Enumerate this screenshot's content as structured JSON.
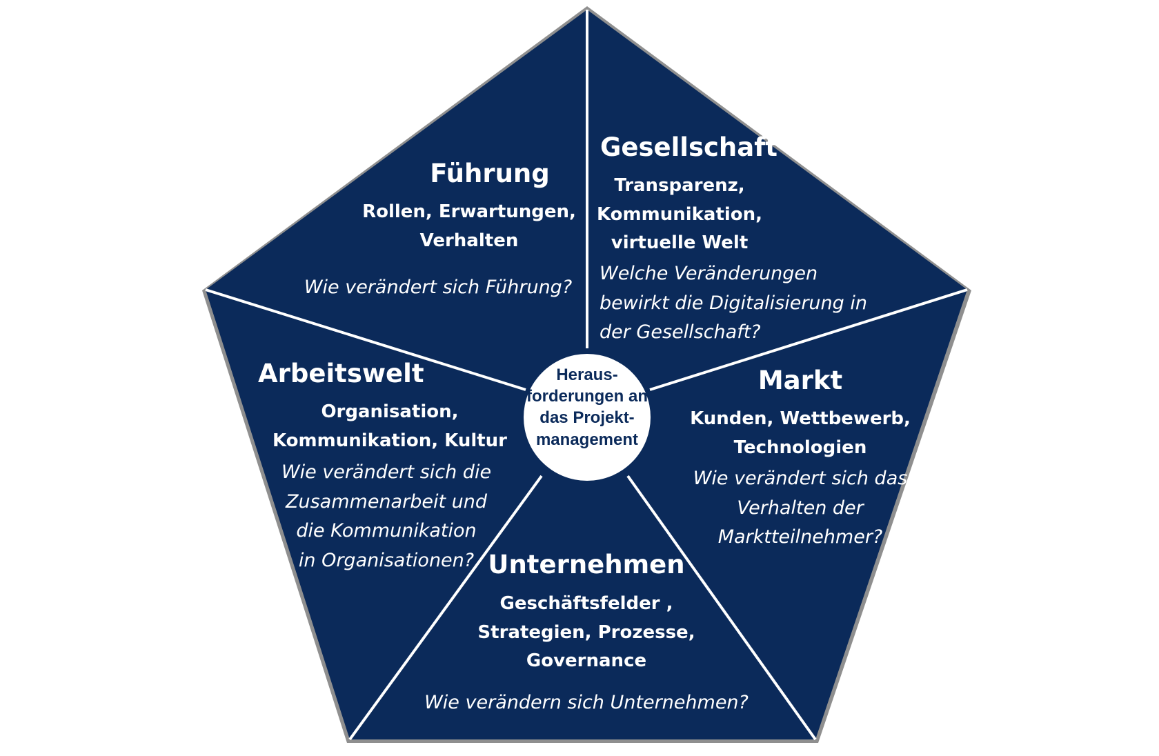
{
  "colors": {
    "segment_fill": "#0b2a5a",
    "divider": "#ffffff",
    "outline": "#8f8f8f",
    "center_fill": "#ffffff",
    "center_text": "#0b2a5a"
  },
  "center": {
    "lines": [
      "Heraus-",
      "forderungen an",
      "das Projekt-",
      "management"
    ]
  },
  "segments": {
    "fuehrung": {
      "title": "Führung",
      "topics": [
        "Rollen, Erwartungen,",
        "Verhalten"
      ],
      "question": "Wie verändert sich Führung?"
    },
    "gesellschaft": {
      "title": "Gesellschaft",
      "topics": [
        "Transparenz,",
        "Kommunikation,",
        "virtuelle Welt"
      ],
      "question": [
        "Welche Veränderungen",
        "bewirkt die Digitalisierung in",
        "der Gesellschaft?"
      ]
    },
    "markt": {
      "title": "Markt",
      "topics": [
        "Kunden, Wettbewerb,",
        "Technologien"
      ],
      "question": [
        "Wie verändert sich das",
        "Verhalten der",
        "Marktteilnehmer?"
      ]
    },
    "unternehmen": {
      "title": "Unternehmen",
      "topics": [
        "Geschäftsfelder ,",
        "Strategien, Prozesse,",
        "Governance"
      ],
      "question": "Wie verändern sich Unternehmen?"
    },
    "arbeitswelt": {
      "title": "Arbeitswelt",
      "topics": [
        "Organisation,",
        "Kommunikation, Kultur"
      ],
      "question": [
        "Wie verändert sich die",
        "Zusammenarbeit und",
        "die Kommunikation",
        "in Organisationen?"
      ]
    }
  }
}
